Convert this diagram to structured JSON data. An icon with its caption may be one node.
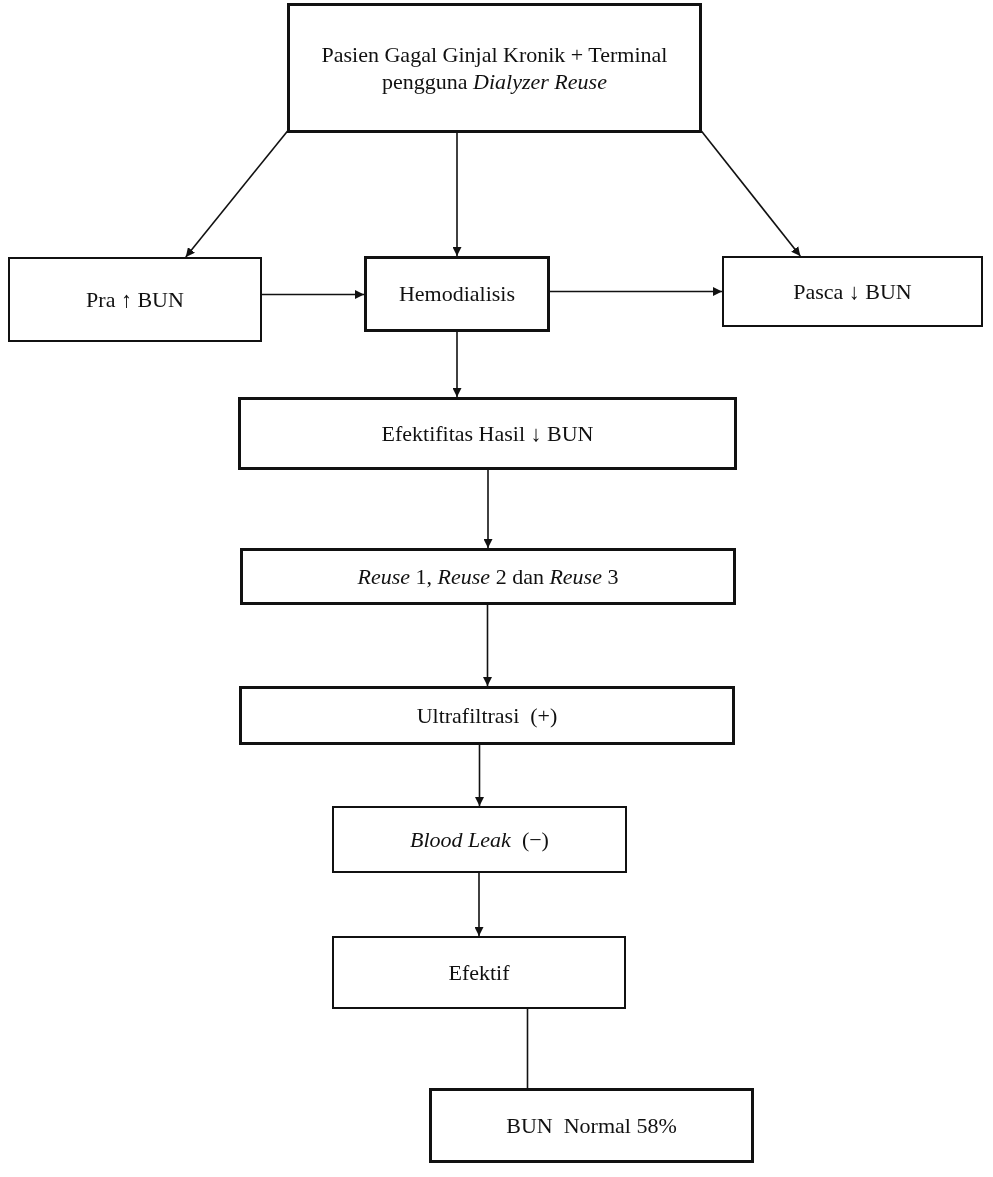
{
  "diagram": {
    "nodes": [
      {
        "text": [
          "Pasien Gagal Ginjal Kronik + Terminal pengguna *Dialyzer Reuse*"
        ]
      },
      {
        "text": [
          "Pra ↑ BUN"
        ]
      },
      {
        "text": [
          "Hemodialisis"
        ]
      },
      {
        "text": [
          "Pasca **↓** BUN"
        ]
      },
      {
        "text": [
          "Efektifitas Hasil **↓** BUN"
        ]
      },
      {
        "text": [
          "*Reuse* 1, *Reuse* 2 dan *Reuse* 3"
        ]
      },
      {
        "text": [
          "Ultrafiltrasi  (+)"
        ]
      },
      {
        "text": [
          "*Blood Leak*  (−)"
        ]
      },
      {
        "text": [
          "Efektif"
        ]
      },
      {
        "text": [
          "BUN  Normal 58%"
        ]
      }
    ],
    "edges": [
      {
        "from": 0,
        "to": 1,
        "arrow": "to"
      },
      {
        "from": 0,
        "to": 2,
        "arrow": "to"
      },
      {
        "from": 0,
        "to": 3,
        "arrow": "to"
      },
      {
        "from": 1,
        "to": 2,
        "arrow": "to"
      },
      {
        "from": 2,
        "to": 3,
        "arrow": "to"
      },
      {
        "from": 2,
        "to": 4,
        "arrow": "to"
      },
      {
        "from": 4,
        "to": 5,
        "arrow": "to"
      },
      {
        "from": 5,
        "to": 6,
        "arrow": "to"
      },
      {
        "from": 6,
        "to": 7,
        "arrow": "to"
      },
      {
        "from": 7,
        "to": 8,
        "arrow": "to"
      },
      {
        "from": 8,
        "to": 9,
        "arrow": "none"
      }
    ]
  }
}
